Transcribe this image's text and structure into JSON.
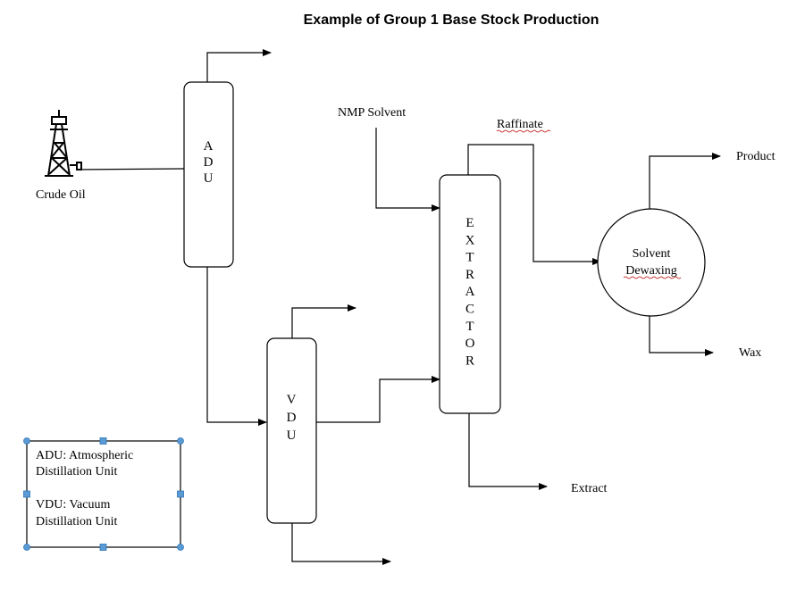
{
  "title": "Example of Group 1 Base Stock Production",
  "labels": {
    "crude_oil": "Crude Oil",
    "nmp_solvent": "NMP Solvent",
    "raffinate": "Raffinate",
    "product": "Product",
    "wax": "Wax",
    "extract": "Extract",
    "solvent_dewaxing_line1": "Solvent",
    "solvent_dewaxing_line2": "Dewaxing"
  },
  "units": {
    "adu": [
      "A",
      "D",
      "U"
    ],
    "vdu": [
      "V",
      "D",
      "U"
    ],
    "extractor": [
      "E",
      "X",
      "T",
      "R",
      "A",
      "C",
      "T",
      "O",
      "R"
    ]
  },
  "legend": {
    "adu_line1": "ADU: Atmospheric",
    "adu_line2": "Distillation Unit",
    "vdu_line1": "VDU: Vacuum",
    "vdu_line2": "Distillation Unit"
  }
}
